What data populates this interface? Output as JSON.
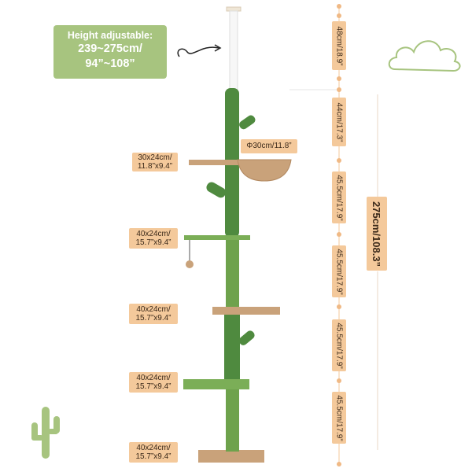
{
  "height_badge": {
    "title": "Height adjustable:",
    "line2": "239~275cm/",
    "line3": "94”~108”"
  },
  "diameter_label": "Φ30cm/11.8”",
  "platforms": [
    {
      "line1": "30x24cm/",
      "line2": "11.8”x9.4”"
    },
    {
      "line1": "40x24cm/",
      "line2": "15.7”x9.4”"
    },
    {
      "line1": "40x24cm/",
      "line2": "15.7”x9.4”"
    },
    {
      "line1": "40x24cm/",
      "line2": "15.7”x9.4”"
    },
    {
      "line1": "40x24cm/",
      "line2": "15.7”x9.4”"
    }
  ],
  "segments": [
    "48cm/18.9”",
    "44cm/17.3”",
    "45.5cm/17.9”",
    "45.5cm/17.9”",
    "45.5cm/17.9”",
    "45.5cm/17.9”"
  ],
  "total_height": "275cm/108.3”",
  "colors": {
    "cactus_green": "#4f8a3f",
    "platform_tan": "#c9a27a",
    "label_bg": "#f4c99b",
    "badge_green": "#a7c47f"
  },
  "icons": [
    "curved-arrow-icon",
    "cloud-icon",
    "cactus-icon"
  ]
}
